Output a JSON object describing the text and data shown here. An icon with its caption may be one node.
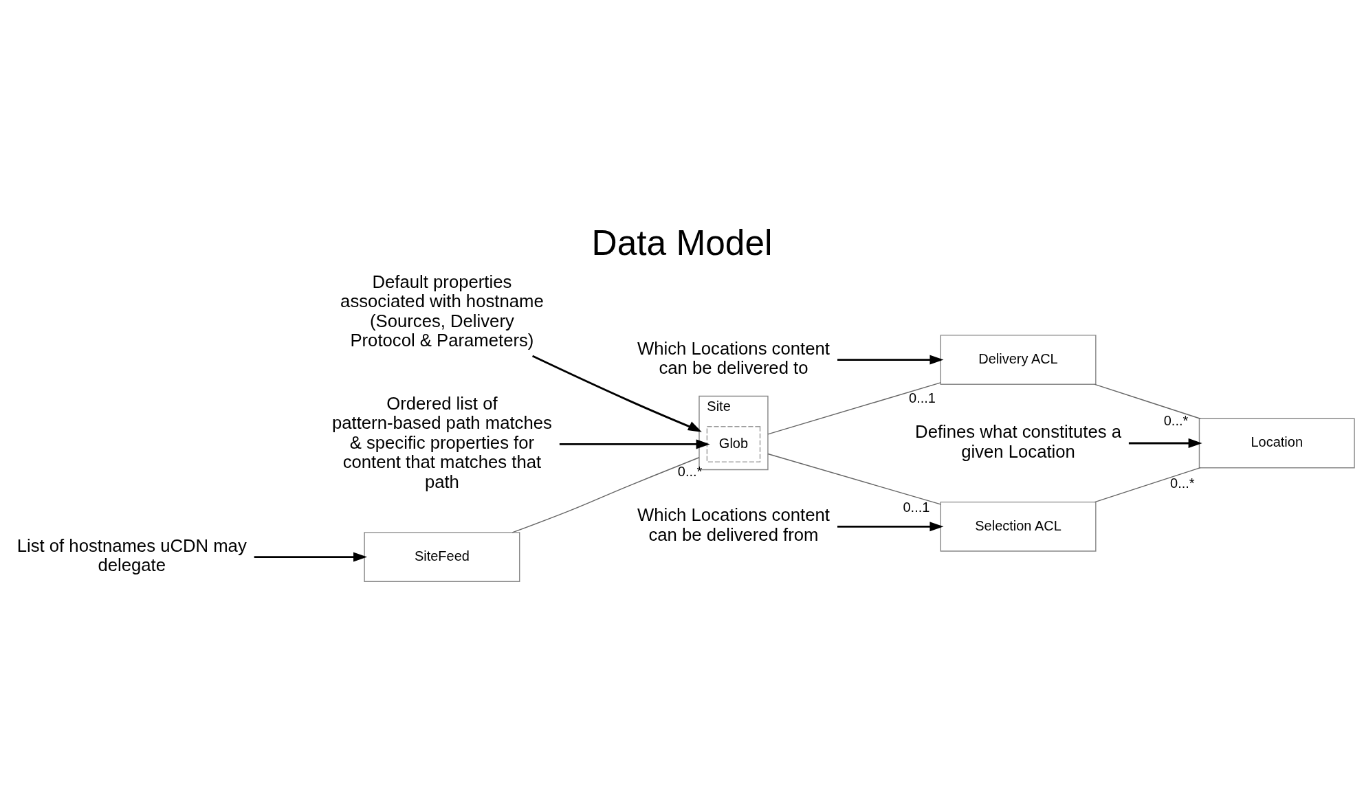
{
  "diagram": {
    "title": "Data Model",
    "nodes": [
      {
        "text": [
          "SiteFeed"
        ]
      },
      {
        "text": [
          "Site"
        ]
      },
      {
        "text": [
          "Glob"
        ],
        "in": 1
      },
      {
        "text": [
          "Selection ACL"
        ]
      },
      {
        "text": [
          "Delivery ACL"
        ]
      },
      {
        "text": [
          "Location"
        ]
      },
      {
        "text": [
          "List of hostnames uCDN may delegate"
        ]
      },
      {
        "text": [
          "Default properties associated with hostname (Sources, Delivery Protocol & Parameters)"
        ]
      },
      {
        "text": [
          "Ordered list of pattern-based path matches & specific properties for content that matches that path"
        ]
      },
      {
        "text": [
          "Which Locations content can be delivered from"
        ]
      },
      {
        "text": [
          "Which Locations content can be delivered to"
        ]
      },
      {
        "text": [
          "Defines what constitutes a given Location"
        ]
      }
    ],
    "edges": [
      {
        "from": 0,
        "to": 1,
        "arrow": "none",
        "label": "0...*",
        "color": "#666666"
      },
      {
        "from": 1,
        "to": 3,
        "arrow": "none",
        "label": "0...1",
        "color": "#666666"
      },
      {
        "from": 1,
        "to": 4,
        "arrow": "none",
        "label": "0...1",
        "color": "#666666"
      },
      {
        "from": 3,
        "to": 5,
        "arrow": "none",
        "label": "0...*",
        "color": "#666666"
      },
      {
        "from": 4,
        "to": 5,
        "arrow": "none",
        "label": "0...*",
        "color": "#666666"
      },
      {
        "from": 6,
        "to": 0,
        "arrow": "to"
      },
      {
        "from": 7,
        "to": 1,
        "arrow": "to"
      },
      {
        "from": 8,
        "to": 2,
        "arrow": "to"
      },
      {
        "from": 9,
        "to": 3,
        "arrow": "to"
      },
      {
        "from": 10,
        "to": 4,
        "arrow": "to"
      },
      {
        "from": 11,
        "to": 5,
        "arrow": "to"
      }
    ]
  }
}
